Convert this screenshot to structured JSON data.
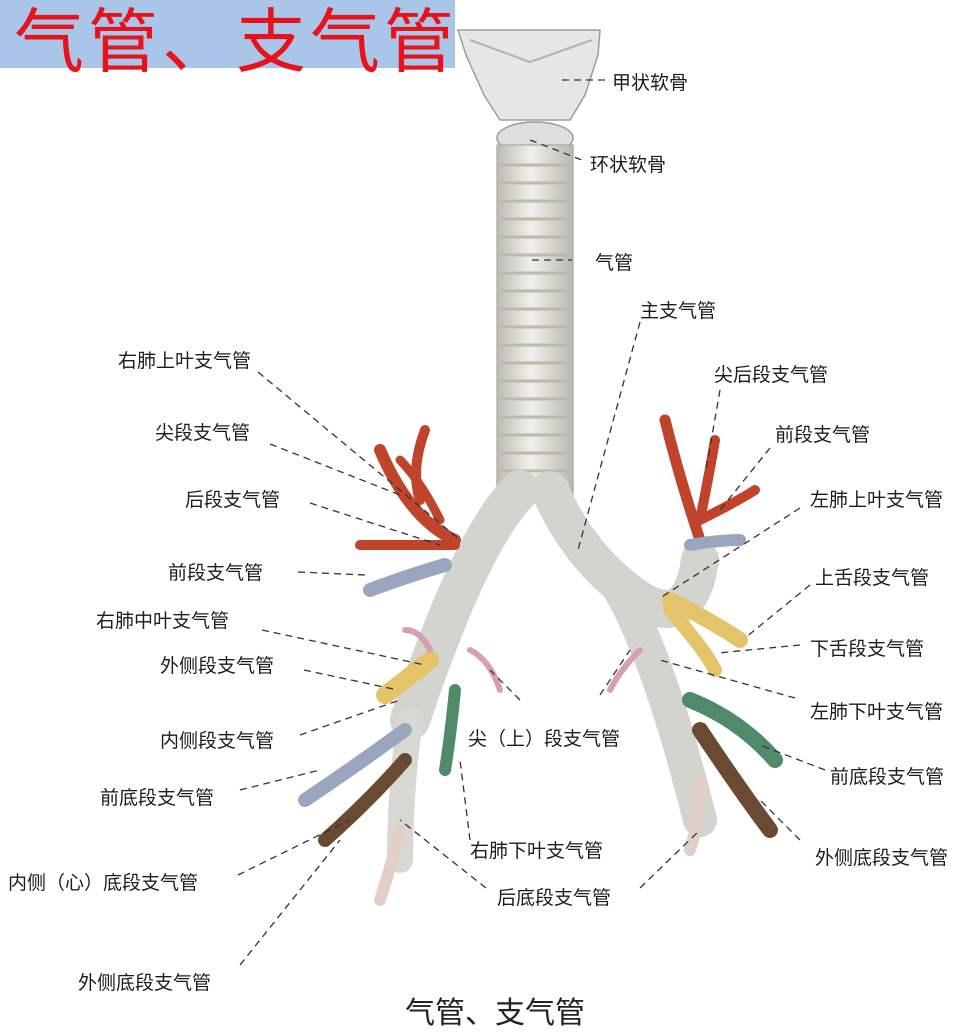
{
  "header": {
    "title": "气管、支气管"
  },
  "caption": "气管、支气管",
  "labels": {
    "thyroid": "甲状软骨",
    "cricoid": "环状软骨",
    "trachea": "气管",
    "main_bronchus": "主支气管",
    "r_upper_lobe": "右肺上叶支气管",
    "apical_post_l": "尖后段支气管",
    "r_apical": "尖段支气管",
    "l_anterior": "前段支气管",
    "r_posterior": "后段支气管",
    "l_upper_lobe": "左肺上叶支气管",
    "r_anterior": "前段支气管",
    "superior_lingular": "上舌段支气管",
    "r_middle_lobe": "右肺中叶支气管",
    "inferior_lingular": "下舌段支气管",
    "r_lateral": "外侧段支气管",
    "l_lower_lobe": "左肺下叶支气管",
    "r_medial": "内侧段支气管",
    "apical_superior": "尖（上）段支气管",
    "l_ant_basal": "前底段支气管",
    "r_ant_basal": "前底段支气管",
    "r_lower_lobe": "右肺下叶支气管",
    "l_lat_basal": "外侧底段支气管",
    "r_med_basal": "内侧（心）底段支气管",
    "post_basal": "后底段支气管",
    "r_lat_basal": "外侧底段支气管"
  },
  "colors": {
    "banner_bg": "#a9c6e8",
    "title_red": "#e8121c",
    "airway": "#dcdcd8",
    "red_segment": "#c0442c",
    "yellow_segment": "#e3c46a",
    "green_segment": "#4f8a6a",
    "brown_segment": "#6b4a34",
    "blue_segment": "#9aa6c0",
    "pink_segment": "#d6a0b0"
  }
}
